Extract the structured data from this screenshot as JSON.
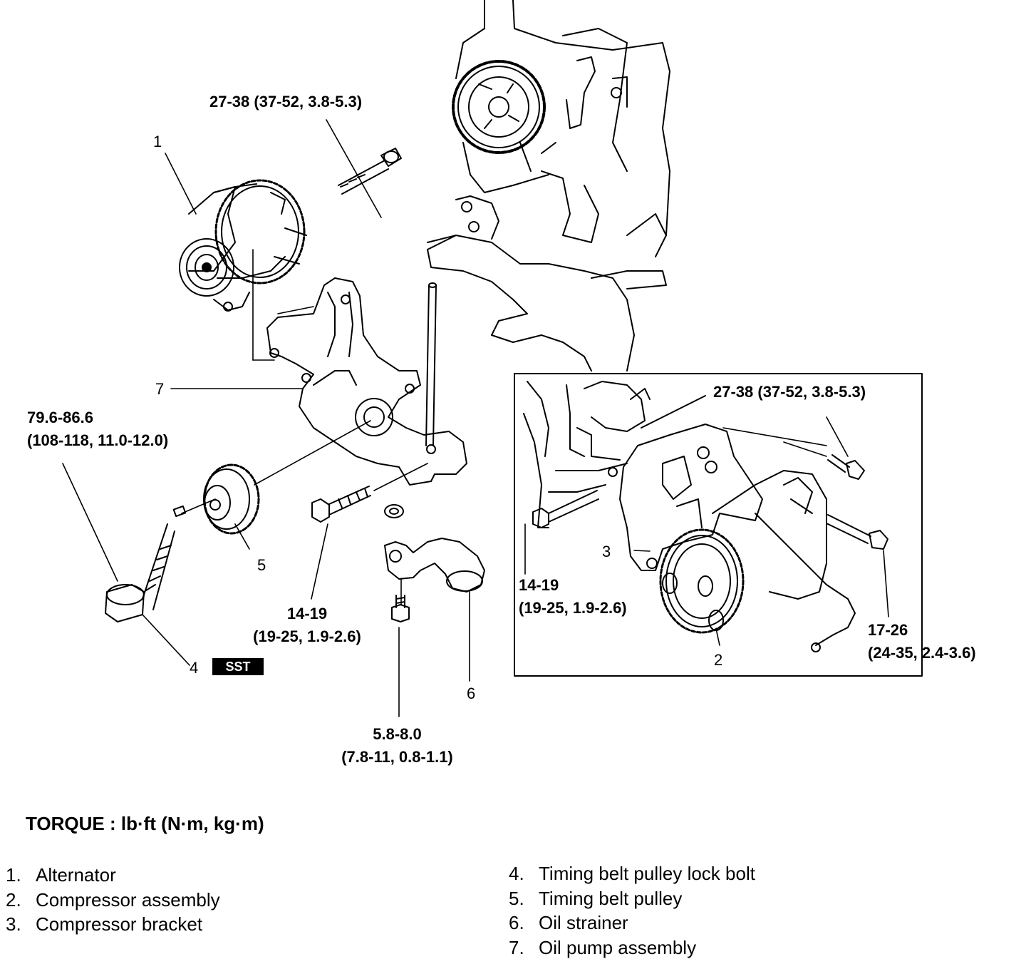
{
  "torque_specs": {
    "alternator_bolt": [
      "27-38 (37-52, 3.8-5.3)"
    ],
    "pulley_lock_bolt": [
      "79.6-86.6",
      "(108-118, 11.0-12.0)"
    ],
    "oil_pump_bolt": [
      "14-19",
      "(19-25, 1.9-2.6)"
    ],
    "strainer_bolt": [
      "5.8-8.0",
      "(7.8-11, 0.8-1.1)"
    ],
    "compressor_top_bolt": [
      "27-38 (37-52, 3.8-5.3)"
    ],
    "bracket_bolt": [
      "14-19",
      "(19-25, 1.9-2.6)"
    ],
    "compressor_side_bolt": [
      "17-26",
      "(24-35, 2.4-3.6)"
    ]
  },
  "callouts": {
    "n1": "1",
    "n2": "2",
    "n3": "3",
    "n4": "4",
    "n5": "5",
    "n6": "6",
    "n7": "7",
    "sst": "SST"
  },
  "torque_unit_heading": "TORQUE : lb·ft (N·m, kg·m)",
  "legend": {
    "left": [
      {
        "num": "1.",
        "label": "Alternator"
      },
      {
        "num": "2.",
        "label": "Compressor assembly"
      },
      {
        "num": "3.",
        "label": "Compressor bracket"
      }
    ],
    "right": [
      {
        "num": "4.",
        "label": "Timing belt pulley lock bolt"
      },
      {
        "num": "5.",
        "label": "Timing belt pulley"
      },
      {
        "num": "6.",
        "label": "Oil strainer"
      },
      {
        "num": "7.",
        "label": "Oil pump assembly"
      }
    ]
  }
}
